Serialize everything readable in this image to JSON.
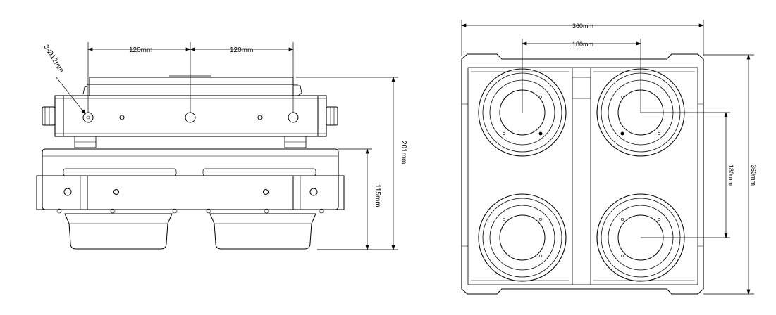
{
  "side_view": {
    "dim_spacing_left": "120mm",
    "dim_spacing_right": "120mm",
    "dim_hole": "3-Ø12mm",
    "dim_total_height": "201mm",
    "dim_lower_height": "115mm"
  },
  "top_view": {
    "dim_width": "360mm",
    "dim_inner_spacing": "180mm",
    "dim_vertical_spacing": "180mm",
    "dim_height": "360mm"
  },
  "colors": {
    "line": "#000000",
    "background": "#ffffff"
  }
}
